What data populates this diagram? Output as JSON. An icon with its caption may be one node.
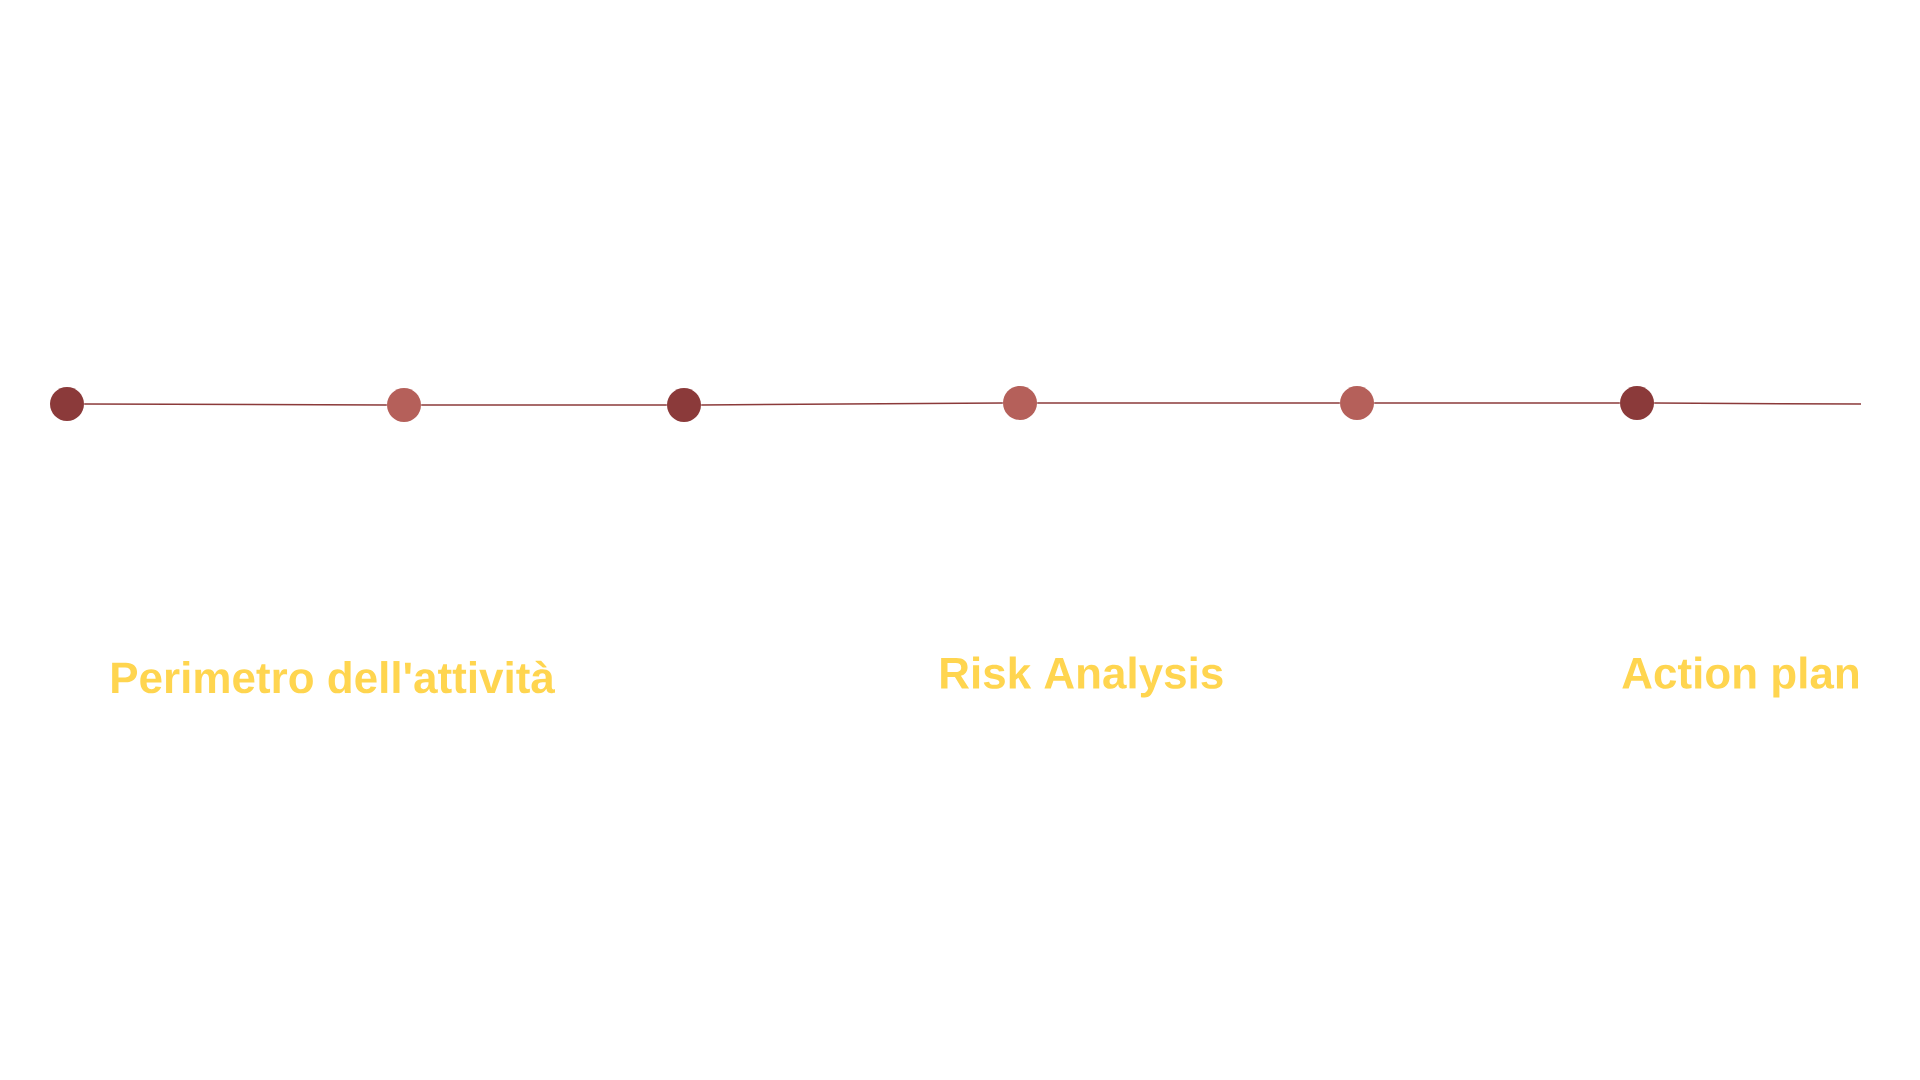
{
  "diagram": {
    "nodes": [
      {
        "text": [],
        "shape": "circle"
      },
      {
        "text": [],
        "shape": "circle"
      },
      {
        "text": [],
        "shape": "circle"
      },
      {
        "text": [],
        "shape": "circle"
      },
      {
        "text": [],
        "shape": "circle"
      },
      {
        "text": [],
        "shape": "circle"
      }
    ],
    "edges": [
      {
        "from": 0,
        "to": 1,
        "arrow": "none"
      },
      {
        "from": 1,
        "to": 2,
        "arrow": "none"
      },
      {
        "from": 2,
        "to": 3,
        "arrow": "none"
      },
      {
        "from": 3,
        "to": 4,
        "arrow": "none"
      },
      {
        "from": 4,
        "to": 5,
        "arrow": "none"
      },
      {
        "from": 5,
        "to": null,
        "arrow": "none"
      }
    ],
    "labels": [
      "Perimetro dell'attività",
      "Risk Analysis",
      "Action plan"
    ]
  }
}
